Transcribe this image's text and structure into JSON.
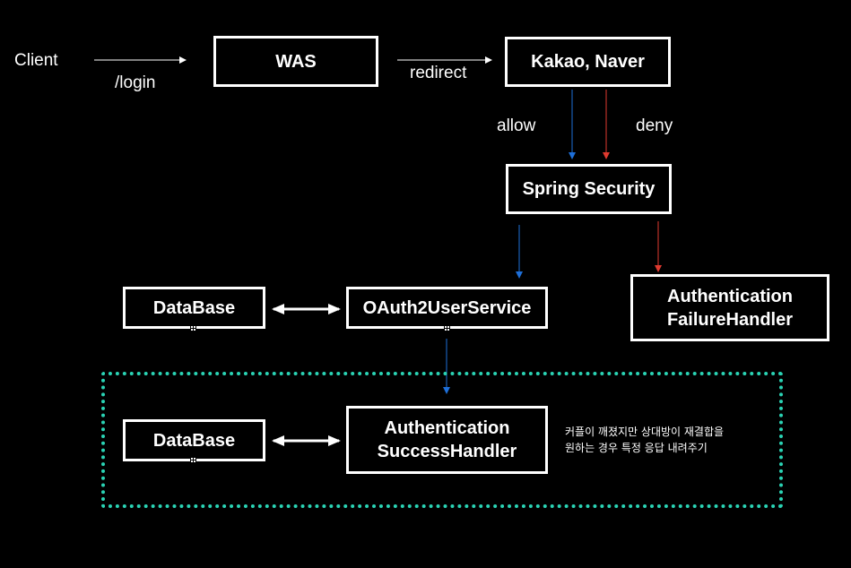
{
  "labels": {
    "client": "Client",
    "login": "/login",
    "redirect": "redirect",
    "allow": "allow",
    "deny": "deny"
  },
  "boxes": {
    "was": "WAS",
    "kakao_naver": "Kakao, Naver",
    "spring_security": "Spring Security",
    "database_top": "DataBase",
    "oauth2_user_service": "OAuth2UserService",
    "failure_handler_line1": "Authentication",
    "failure_handler_line2": "FailureHandler",
    "database_bottom": "DataBase",
    "success_handler_line1": "Authentication",
    "success_handler_line2": "SuccessHandler"
  },
  "note": {
    "line1": "커플이 깨졌지만 상대방이 재결합을",
    "line2": "원하는 경우 특정 응답 내려주기"
  },
  "colors": {
    "background": "#000000",
    "allow_arrow": "#1e6fd9",
    "deny_arrow": "#e03a2f",
    "dotted_group": "#2ad3b4"
  }
}
